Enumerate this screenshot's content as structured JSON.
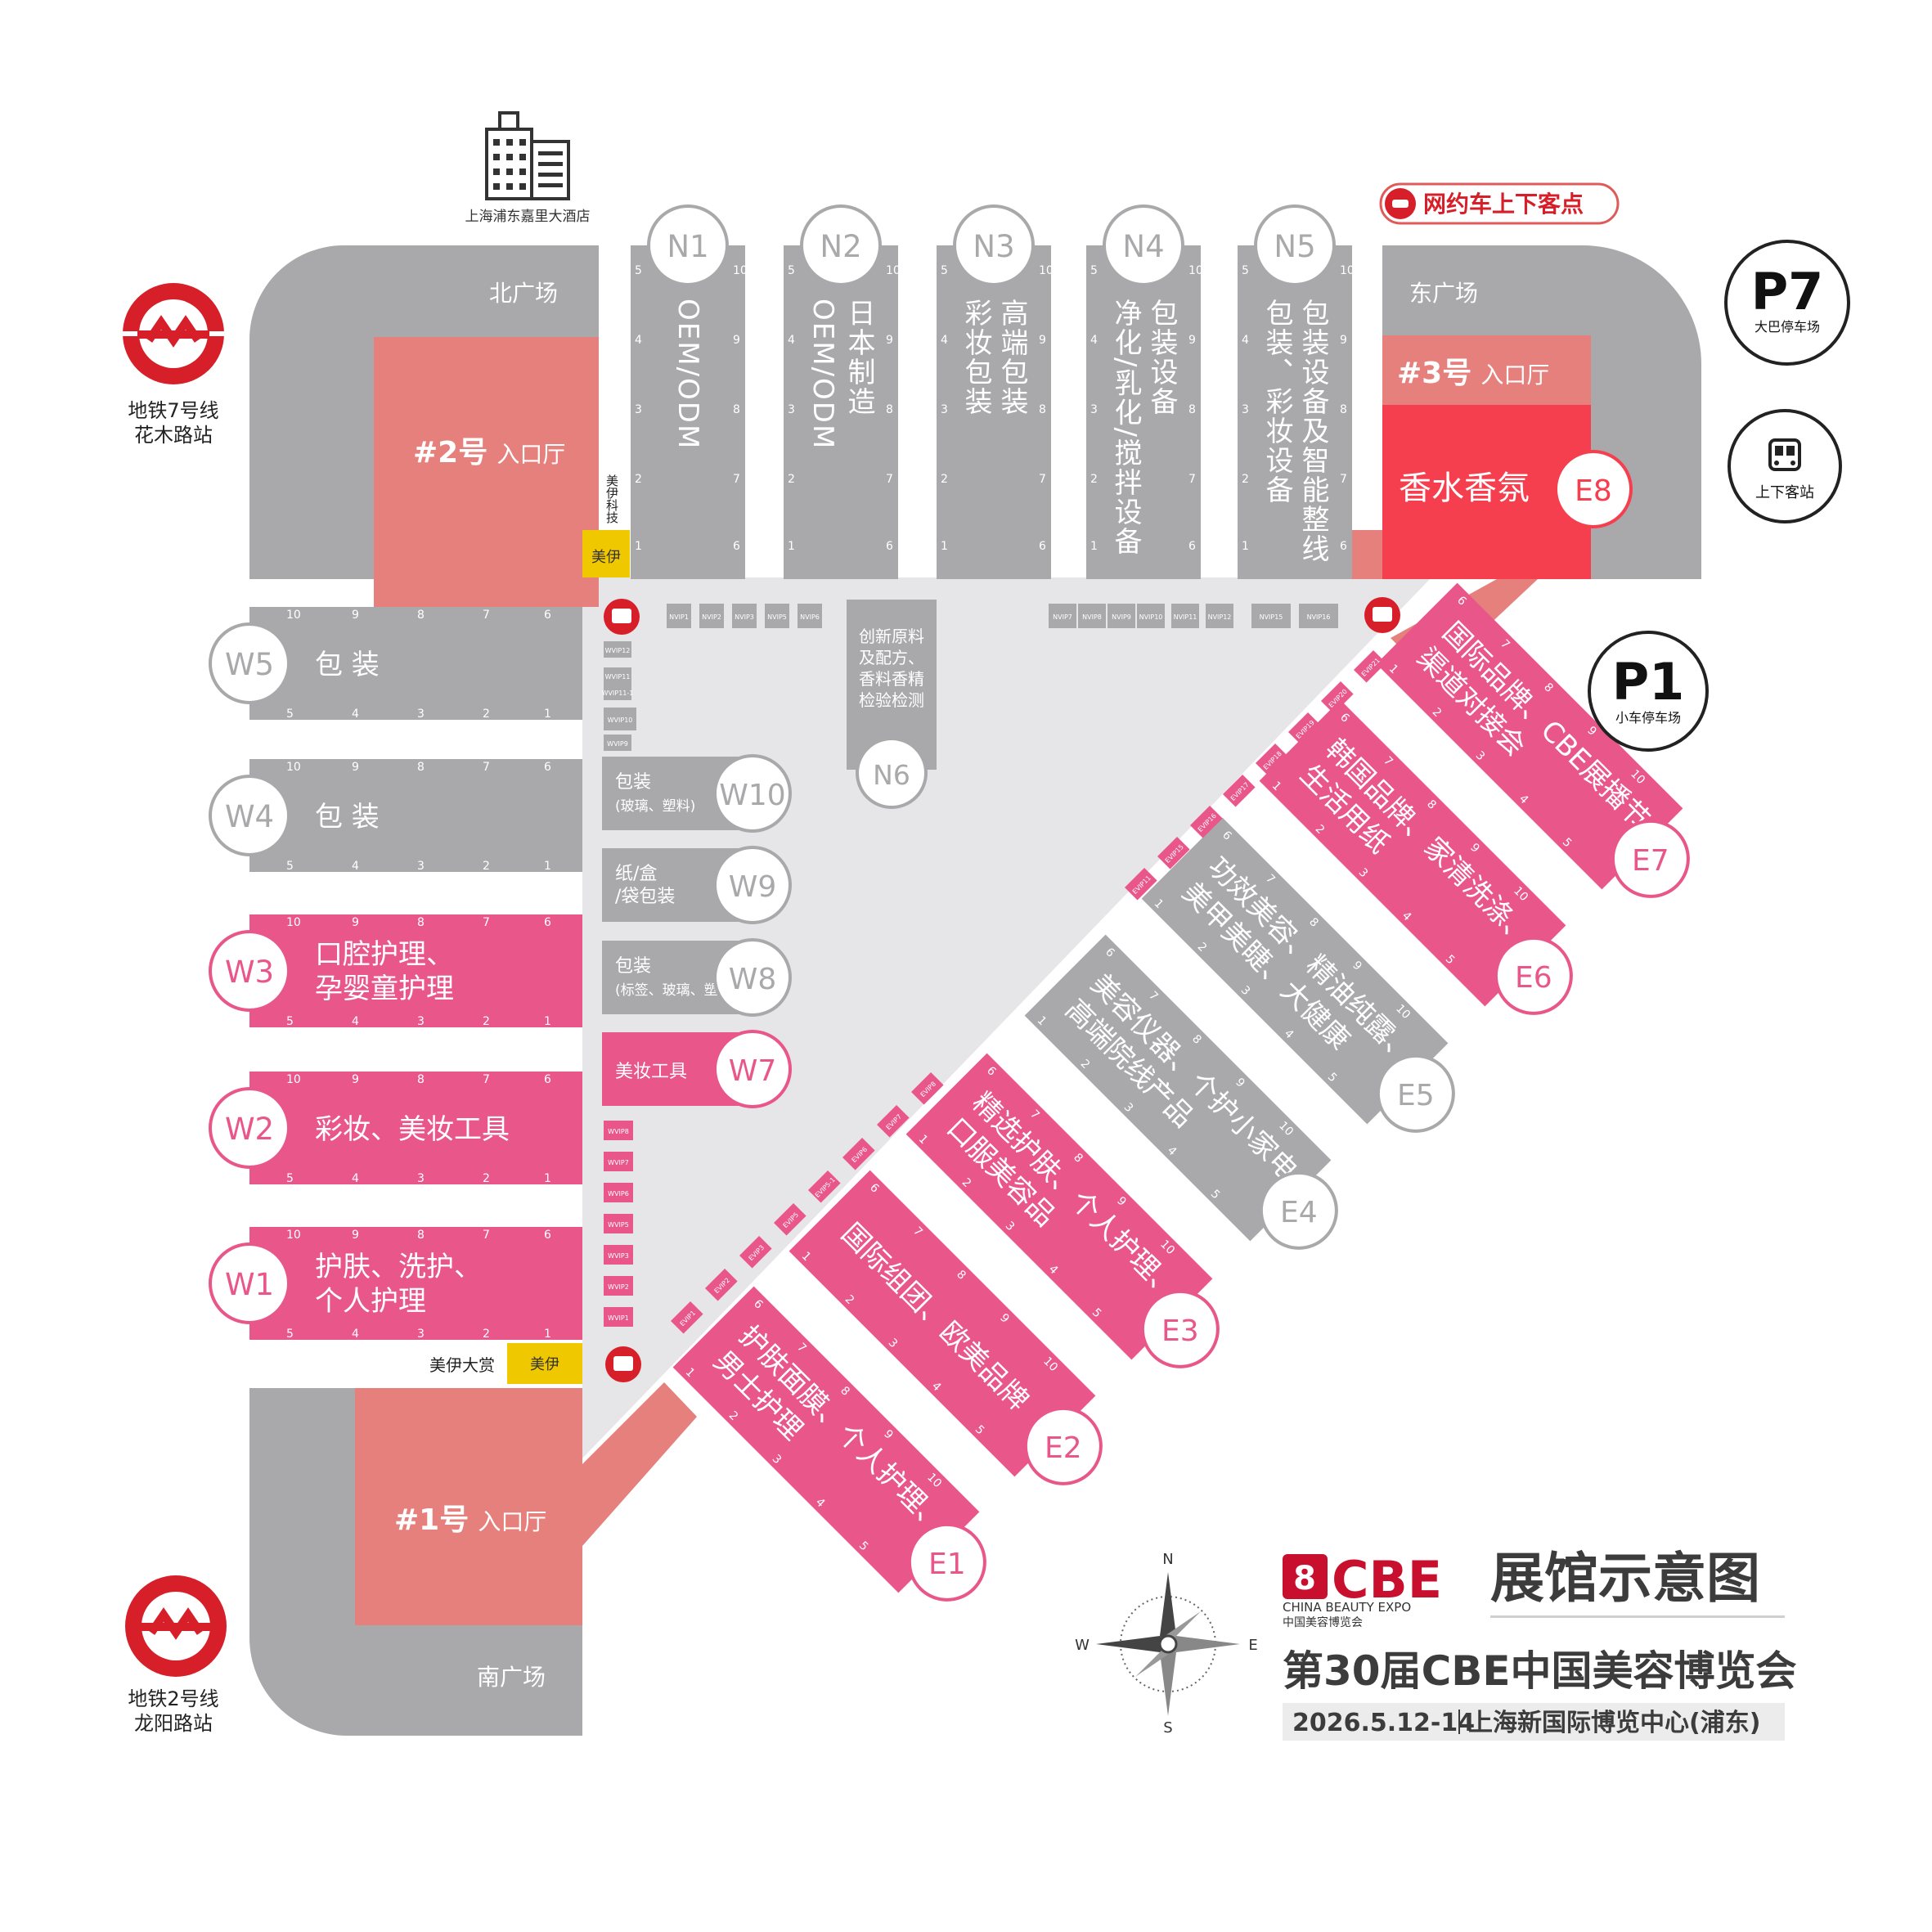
{
  "colors": {
    "gray": "#a9a8aa",
    "light_gray": "#e6e5e7",
    "pink": "#e9568a",
    "salmon": "#e5807c",
    "red": "#f53f4f",
    "dark_red": "#d71f2a",
    "gold": "#f0c800",
    "text_dark": "#3c3c3c"
  },
  "landmarks": {
    "hotel": "上海浦东嘉里大酒店",
    "metro7_line1": "地铁7号线",
    "metro7_line2": "花木路站",
    "metro2_line1": "地铁2号线",
    "metro2_line2": "龙阳路站",
    "rideshare": "网约车上下客点",
    "p7_code": "P7",
    "p7_label": "大巴停车场",
    "p1_code": "P1",
    "p1_label": "小车停车场",
    "bus_label": "上下客站",
    "meiyi_tech": "美伊科技",
    "meiyi_dashang": "美伊大赏",
    "meiyi_logo": "美伊"
  },
  "plazas": {
    "north": "北广场",
    "east": "东广场",
    "south": "南广场"
  },
  "entrances": {
    "e2": {
      "num": "#2号",
      "label": "入口厅"
    },
    "e3": {
      "num": "#3号",
      "label": "入口厅"
    },
    "e1": {
      "num": "#1号",
      "label": "入口厅"
    }
  },
  "north_halls": [
    {
      "id": "N1",
      "lines": [
        "OEM/ODM"
      ]
    },
    {
      "id": "N2",
      "lines": [
        "日本制造",
        "OEM/ODM"
      ]
    },
    {
      "id": "N3",
      "lines": [
        "高端包装",
        "彩妆包装"
      ]
    },
    {
      "id": "N4",
      "lines": [
        "包装设备",
        "净化/乳化/搅拌设备"
      ]
    },
    {
      "id": "N5",
      "lines": [
        "包装设备及智能整线",
        "包装、彩妆设备"
      ]
    }
  ],
  "n6": {
    "id": "N6",
    "lines": [
      "创新原料",
      "及配方、",
      "香料香精",
      "检验检测"
    ]
  },
  "e8": {
    "id": "E8",
    "text": "香水香氛"
  },
  "west_halls": [
    {
      "id": "W5",
      "lines": [
        "包 装"
      ]
    },
    {
      "id": "W4",
      "lines": [
        "包 装"
      ]
    },
    {
      "id": "W3",
      "lines": [
        "口腔护理、",
        "孕婴童护理"
      ]
    },
    {
      "id": "W2",
      "lines": [
        "彩妆、美妆工具"
      ]
    },
    {
      "id": "W1",
      "lines": [
        "护肤、洗护、",
        "个人护理"
      ]
    }
  ],
  "inner_halls": [
    {
      "id": "W10",
      "lines": [
        "包装",
        "(玻璃、塑料)"
      ]
    },
    {
      "id": "W9",
      "lines": [
        "纸/盒",
        "/袋包装"
      ]
    },
    {
      "id": "W8",
      "lines": [
        "包装",
        "(标签、玻璃、塑料)"
      ]
    },
    {
      "id": "W7",
      "lines": [
        "美妆工具"
      ]
    }
  ],
  "east_halls": [
    {
      "id": "E7",
      "lines": [
        "国际品牌、CBE展播节、",
        "渠道对接会"
      ]
    },
    {
      "id": "E6",
      "lines": [
        "韩国品牌、家清洗涤、",
        "生活用纸"
      ]
    },
    {
      "id": "E5",
      "lines": [
        "功效美容、精油纯露、",
        "美甲美睫、大健康"
      ]
    },
    {
      "id": "E4",
      "lines": [
        "美容仪器、个护小家电、",
        "高端院线产品"
      ]
    },
    {
      "id": "E3",
      "lines": [
        "精选护肤、个人护理、",
        "口服美容品"
      ]
    },
    {
      "id": "E2",
      "lines": [
        "国际组团、欧美品牌"
      ]
    },
    {
      "id": "E1",
      "lines": [
        "护肤面膜、个人护理、",
        "男士护理"
      ]
    }
  ],
  "vip_north_left": [
    "NVIP1",
    "NVIP2",
    "NVIP3",
    "NVIP5",
    "NVIP6"
  ],
  "vip_north_right": [
    "NVIP7",
    "NVIP8",
    "NVIP9",
    "NVIP10",
    "NVIP11",
    "NVIP12",
    "NVIP15",
    "NVIP16"
  ],
  "vip_west_top": [
    "WVIP12",
    "WVIP11",
    "WVIP11-1",
    "WVIP10",
    "WVIP9"
  ],
  "vip_west_bottom": [
    "WVIP8",
    "WVIP7",
    "WVIP6",
    "WVIP5",
    "WVIP3",
    "WVIP2",
    "WVIP1"
  ],
  "vip_diag_lower": [
    "EVIP1",
    "EVIP2",
    "EVIP3",
    "EVIP5",
    "EVIP5-1",
    "EVIP6",
    "EVIP7",
    "EVIP8"
  ],
  "vip_diag_upper": [
    "EVIP11",
    "EVIP15",
    "EVIP16",
    "EVIP17",
    "EVIP18",
    "EVIP19",
    "EVIP20",
    "EVIP21"
  ],
  "hall_numbers": {
    "top_row": [
      "10",
      "9",
      "8",
      "7",
      "6"
    ],
    "bottom_row": [
      "5",
      "4",
      "3",
      "2",
      "1"
    ],
    "n_left": [
      "5",
      "4",
      "3",
      "2",
      "1"
    ],
    "n_right": [
      "10",
      "9",
      "8",
      "7",
      "6"
    ],
    "e_outer": [
      "6",
      "7",
      "8",
      "9",
      "10"
    ],
    "e_inner": [
      "1",
      "2",
      "3",
      "4",
      "5"
    ]
  },
  "compass": {
    "n": "N",
    "s": "S",
    "e": "E",
    "w": "W"
  },
  "logo": {
    "mark": "CBE",
    "en": "CHINA BEAUTY EXPO",
    "cn": "中国美容博览会"
  },
  "title": "展馆示意图",
  "subtitle": "第30届CBE中国美容博览会",
  "date": "2026.5.12-14",
  "venue": "上海新国际博览中心(浦东)"
}
